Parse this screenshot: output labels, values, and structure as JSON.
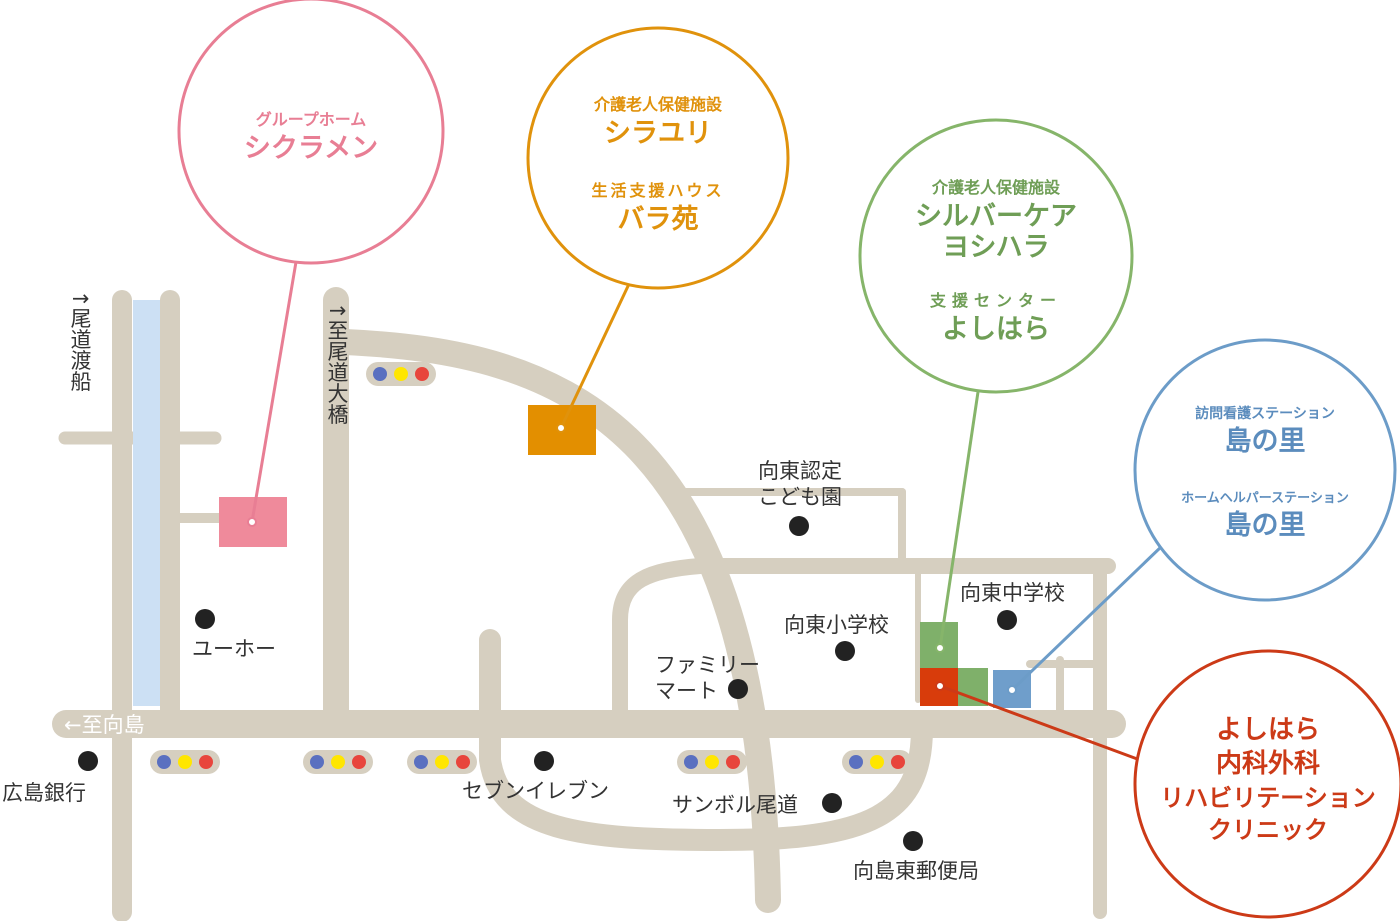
{
  "colors": {
    "road": "#d6cfc0",
    "river": "#cce0f4",
    "pink": "#e87e94",
    "pink_fill": "#ef8a9b",
    "orange": "#e0920c",
    "orange_fill": "#e38f00",
    "green": "#86b56a",
    "green_fill": "#7fb06a",
    "blue": "#6c9cc8",
    "blue_fill": "#6f9ecb",
    "red": "#cc3a17",
    "red_fill": "#d83c0b",
    "signal_red": "#e8453c",
    "signal_yellow": "#ffe600",
    "signal_blue": "#5a70c0",
    "text": "#333333"
  },
  "directions": {
    "ferry": "↑尾道渡船",
    "bridge": "↑至尾道大橋",
    "mukaishima": "←至向島"
  },
  "landmarks": {
    "yuho": "ユーホー",
    "hiroshima_bank": "広島銀行",
    "seven_eleven": "セブンイレブン",
    "family_mart_1": "ファミリー",
    "family_mart_2": "マート",
    "kodomoen_1": "向東認定",
    "kodomoen_2": "こども園",
    "elementary": "向東小学校",
    "junior_high": "向東中学校",
    "sunbol": "サンボル尾道",
    "post_office": "向島東郵便局"
  },
  "callouts": {
    "cyclamen": {
      "subtitle": "グループホーム",
      "title": "シクラメン"
    },
    "shirayuri": {
      "sub1": "介護老人保健施設",
      "title1": "シラユリ",
      "sub2": "生活支援ハウス",
      "title2": "バラ苑"
    },
    "silver": {
      "sub1": "介護老人保健施設",
      "title1a": "シルバーケア",
      "title1b": "ヨシハラ",
      "sub2": "支援センター",
      "title2": "よしはら"
    },
    "shimanosato": {
      "sub1": "訪問看護ステーション",
      "title1": "島の里",
      "sub2": "ホームヘルパーステーション",
      "title2": "島の里"
    },
    "clinic": {
      "line1": "よしはら",
      "line2": "内科外科",
      "line3": "リハビリテーション",
      "line4": "クリニック"
    }
  }
}
